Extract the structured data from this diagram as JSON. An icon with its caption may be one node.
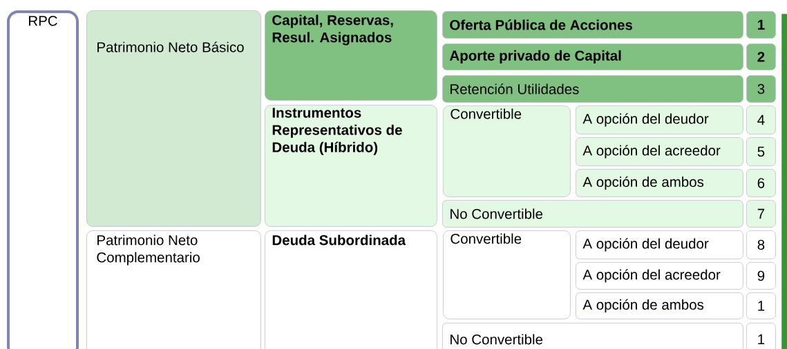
{
  "diagram": {
    "nodes": [
      {
        "text": [
          "RPC"
        ]
      },
      {
        "text": [
          "Patrimonio Neto Básico"
        ]
      },
      {
        "text": [
          "Capital, Reservas, Resul. Asignados"
        ]
      },
      {
        "text": [
          "Instrumentos Representativos de Deuda (Híbrido)"
        ]
      },
      {
        "text": [
          "Patrimonio Neto Complementario"
        ]
      },
      {
        "text": [
          "Deuda Subordinada"
        ]
      },
      {
        "text": [
          "Oferta Pública de Acciones"
        ]
      },
      {
        "text": [
          "1"
        ]
      },
      {
        "text": [
          "Aporte privado de Capital"
        ]
      },
      {
        "text": [
          "2"
        ]
      },
      {
        "text": [
          "Retención Utilidades"
        ]
      },
      {
        "text": [
          "3"
        ]
      },
      {
        "text": [
          "Convertible"
        ]
      },
      {
        "text": [
          "A opción del deudor"
        ]
      },
      {
        "text": [
          "4"
        ]
      },
      {
        "text": [
          "A opción del acreedor"
        ]
      },
      {
        "text": [
          "5"
        ]
      },
      {
        "text": [
          "A opción de ambos"
        ]
      },
      {
        "text": [
          "6"
        ]
      },
      {
        "text": [
          "No Convertible"
        ]
      },
      {
        "text": [
          "7"
        ]
      },
      {
        "text": [
          "Convertible"
        ]
      },
      {
        "text": [
          "A opción del deudor"
        ]
      },
      {
        "text": [
          "8"
        ]
      },
      {
        "text": [
          "A opción del acreedor"
        ]
      },
      {
        "text": [
          "9"
        ]
      },
      {
        "text": [
          "A opción de ambos"
        ]
      },
      {
        "text": [
          "1"
        ]
      },
      {
        "text": [
          "No Convertible"
        ]
      },
      {
        "text": [
          "1"
        ]
      },
      {
        "text": [],
        "shape": "bar"
      }
    ]
  }
}
